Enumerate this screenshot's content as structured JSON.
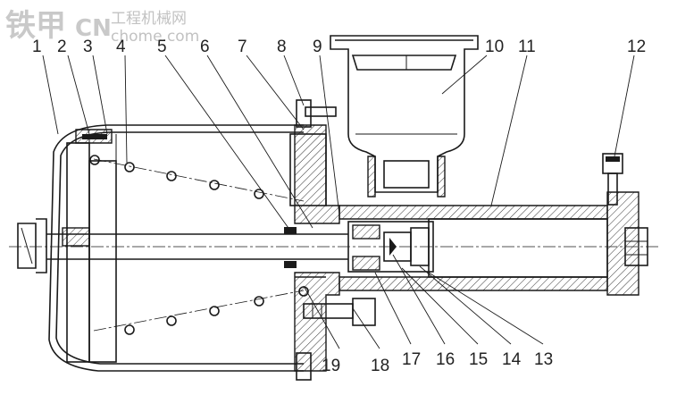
{
  "watermark": {
    "brand": "铁甲",
    "site_zh": "工程机械网",
    "site_en": "chome.com"
  },
  "callouts": {
    "top": [
      "1",
      "2",
      "3",
      "4",
      "5",
      "6",
      "7",
      "8",
      "9",
      "10",
      "11",
      "12"
    ],
    "bottom": [
      "19",
      "18",
      "17",
      "16",
      "15",
      "14",
      "13"
    ]
  }
}
